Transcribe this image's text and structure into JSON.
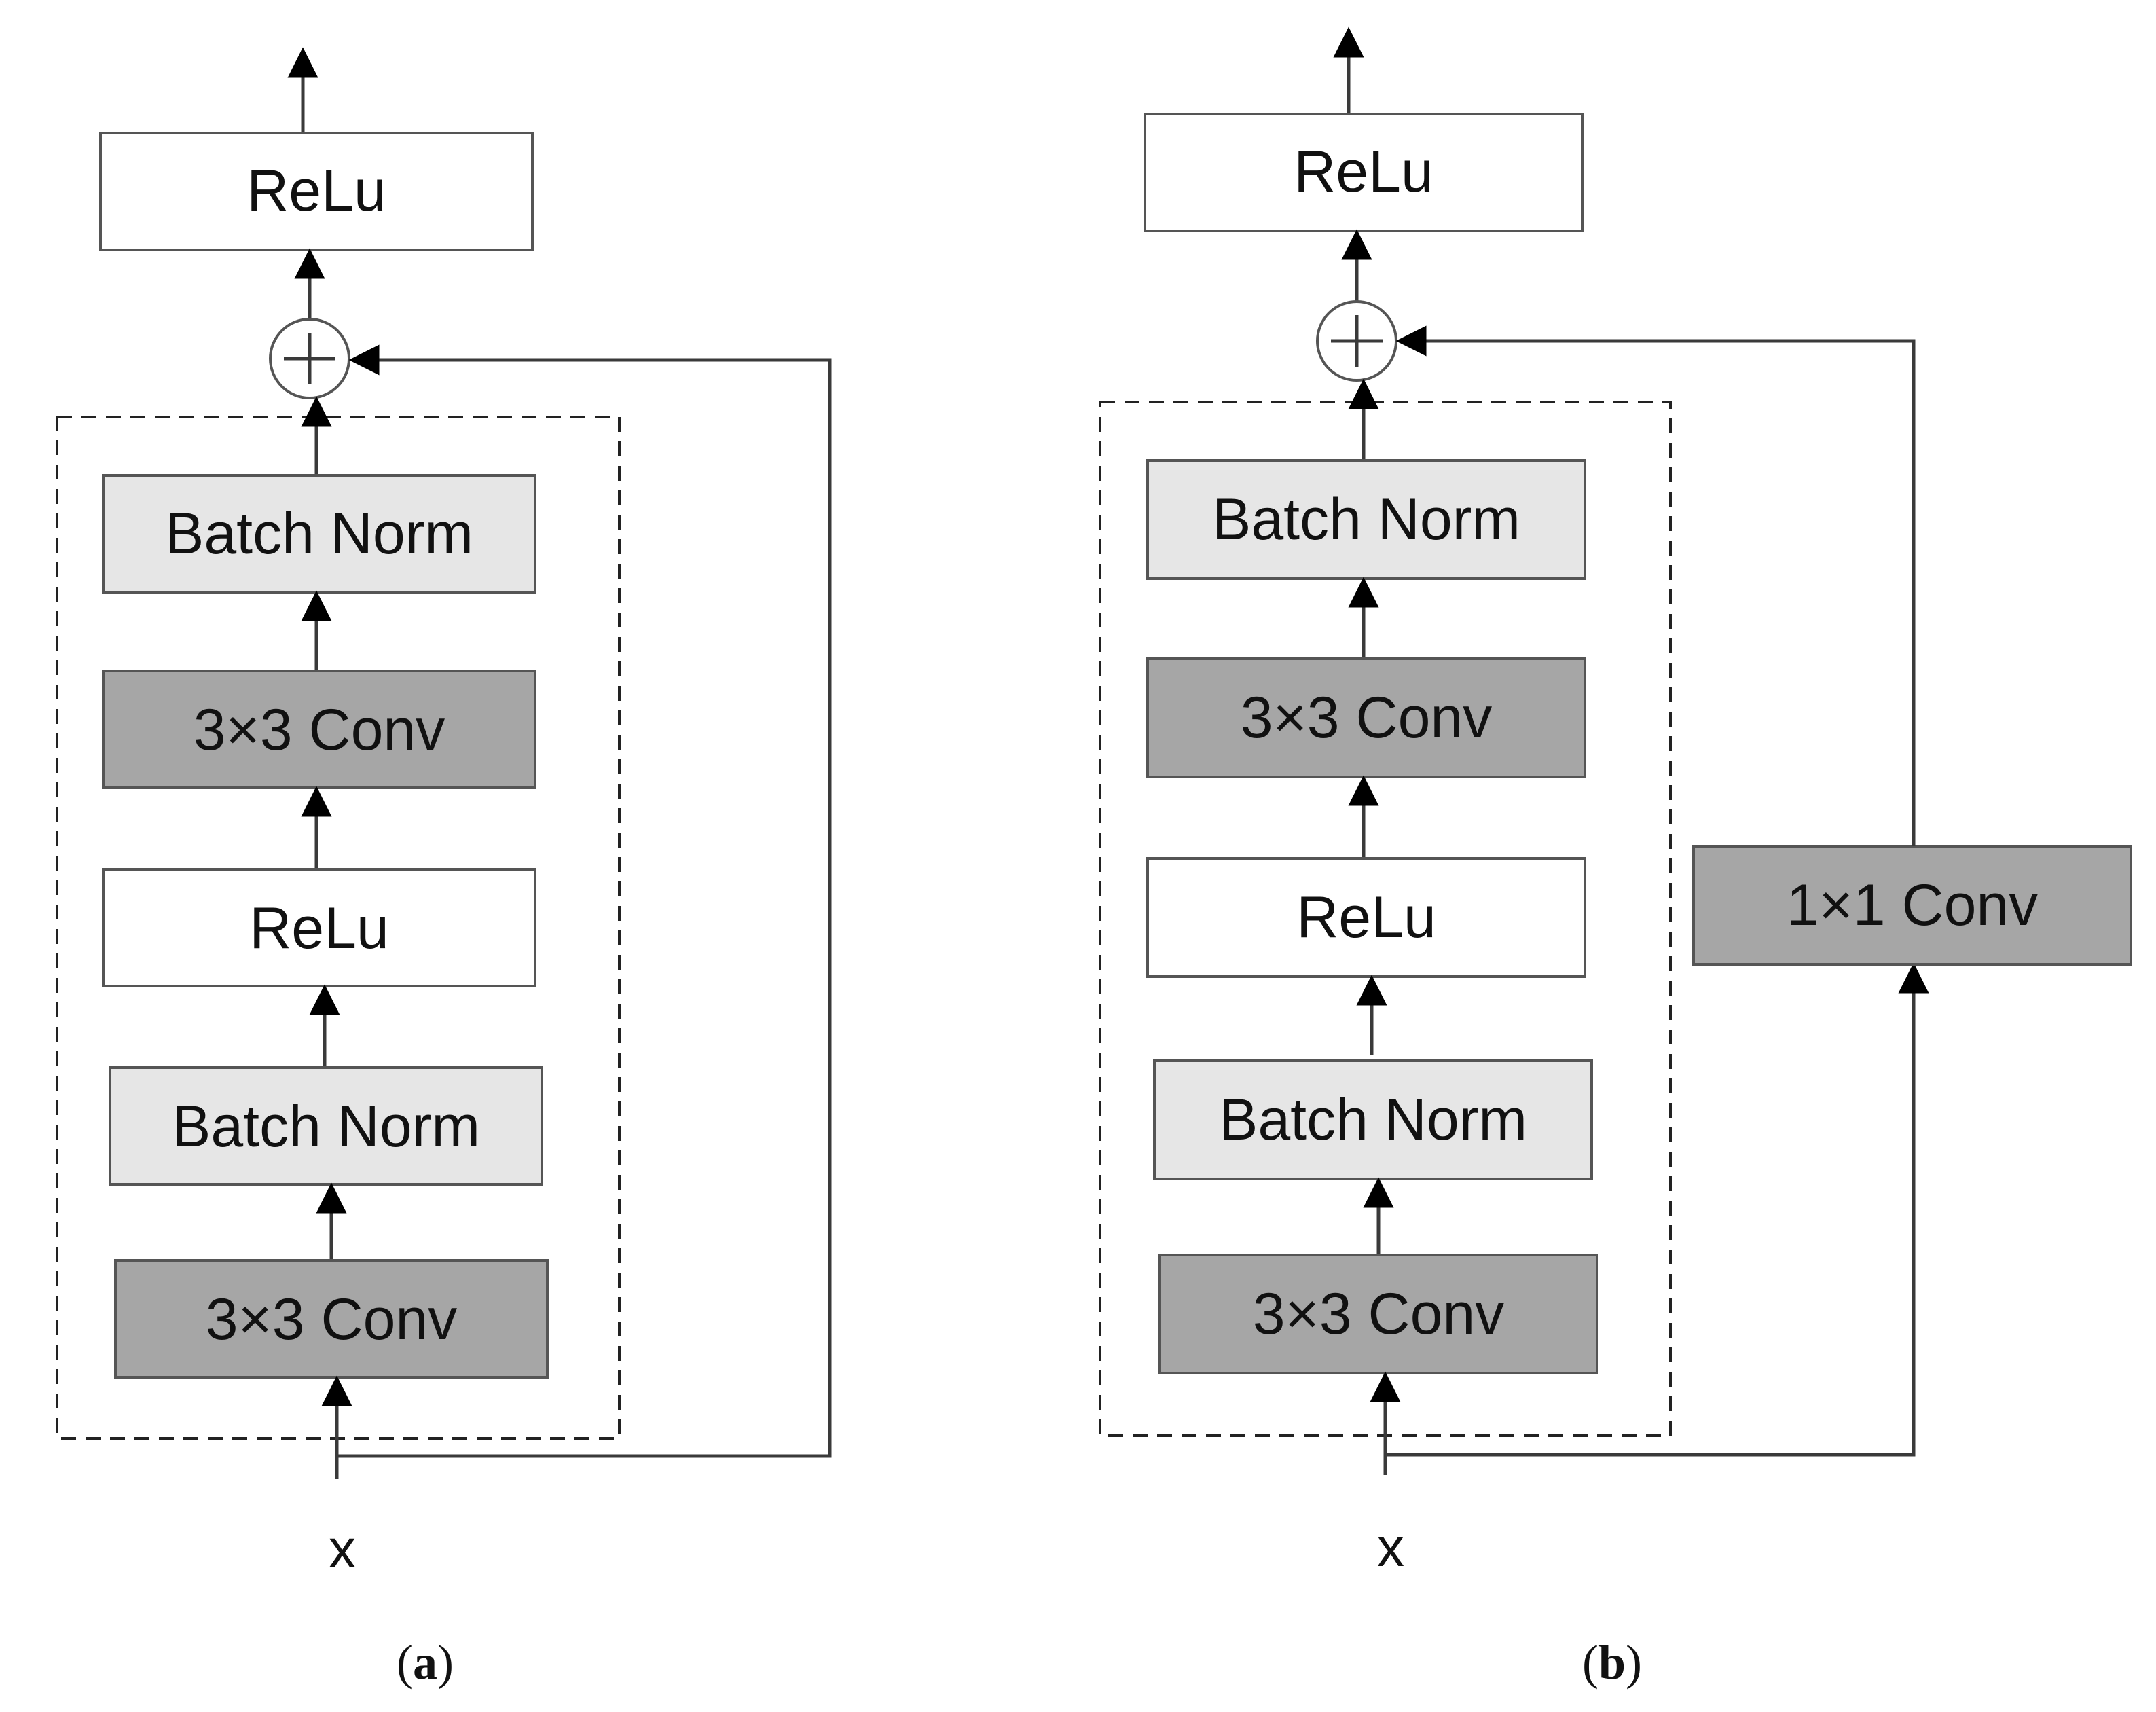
{
  "colors": {
    "white_box": "#ffffff",
    "light_box": "#e6e6e6",
    "dark_box": "#a6a6a6",
    "stroke": "#3a3a3a"
  },
  "panel_a": {
    "top_relu": "ReLu",
    "batch_norm_2": "Batch Norm",
    "conv_2": "3×3 Conv",
    "relu_mid": "ReLu",
    "batch_norm_1": "Batch Norm",
    "conv_1": "3×3 Conv",
    "input": "x",
    "caption_open": "(",
    "caption_letter": "a",
    "caption_close": ")"
  },
  "panel_b": {
    "top_relu": "ReLu",
    "batch_norm_2": "Batch Norm",
    "conv_2": "3×3 Conv",
    "relu_mid": "ReLu",
    "batch_norm_1": "Batch Norm",
    "conv_1": "3×3 Conv",
    "shortcut_conv": "1×1 Conv",
    "input": "x",
    "caption_open": "(",
    "caption_letter": "b",
    "caption_close": ")"
  }
}
